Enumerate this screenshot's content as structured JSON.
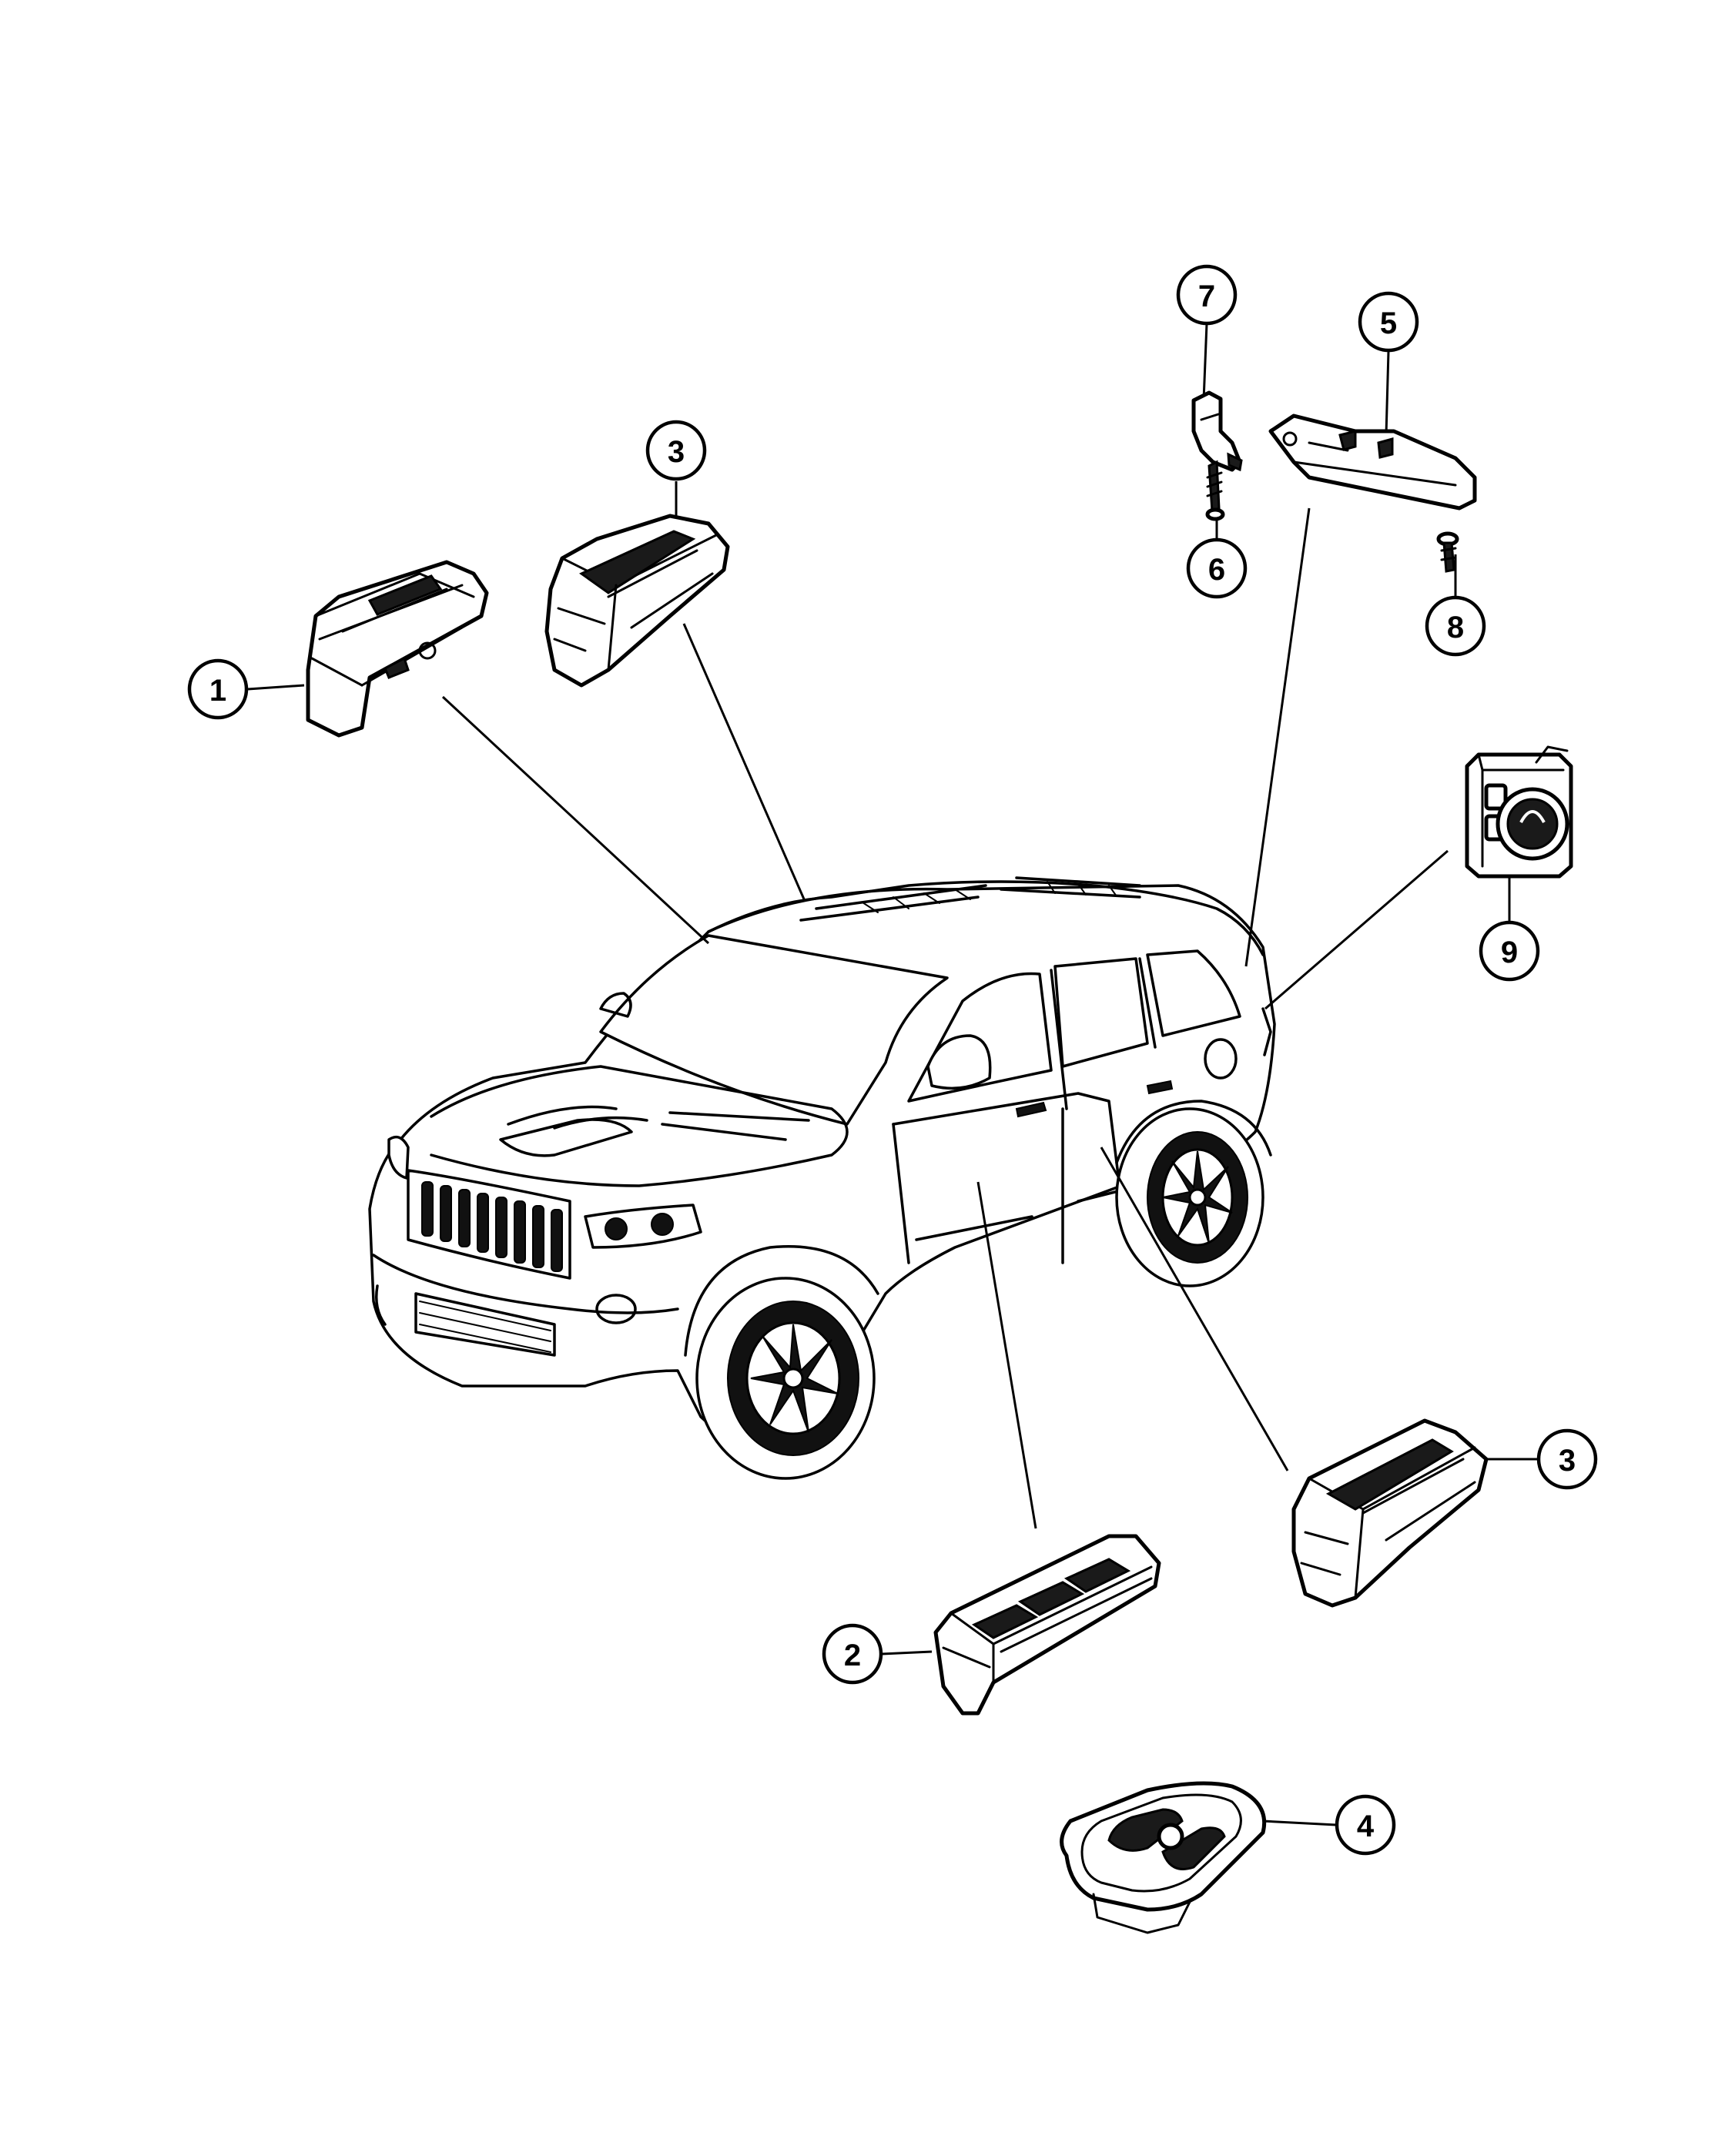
{
  "callouts": [
    {
      "label": "1",
      "part": "switch-1"
    },
    {
      "label": "2",
      "part": "switch-2"
    },
    {
      "label": "3",
      "part": "switch-3-top"
    },
    {
      "label": "3",
      "part": "switch-3-bottom"
    },
    {
      "label": "4",
      "part": "switch-4"
    },
    {
      "label": "5",
      "part": "module-5"
    },
    {
      "label": "6",
      "part": "screw-6"
    },
    {
      "label": "7",
      "part": "sensor-7"
    },
    {
      "label": "8",
      "part": "screw-8"
    },
    {
      "label": "9",
      "part": "switch-9"
    }
  ]
}
